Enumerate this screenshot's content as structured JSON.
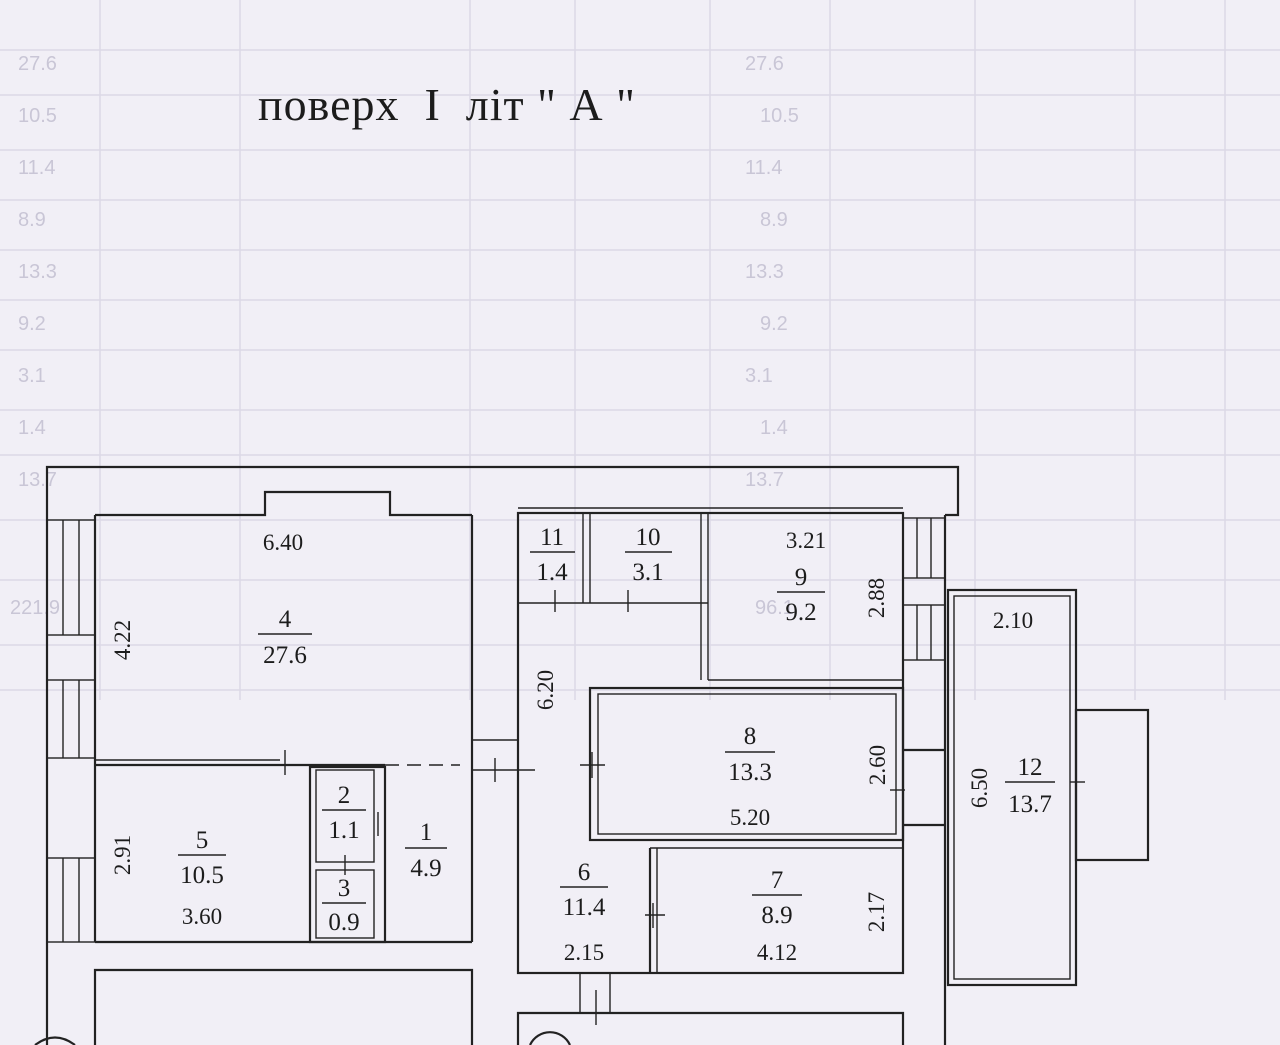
{
  "title": "поверх  І  літ \" А \"",
  "rooms": [
    {
      "id": "room-1",
      "number": "1",
      "area": "4.9"
    },
    {
      "id": "room-2",
      "number": "2",
      "area": "1.1"
    },
    {
      "id": "room-3",
      "number": "3",
      "area": "0.9"
    },
    {
      "id": "room-4",
      "number": "4",
      "area": "27.6"
    },
    {
      "id": "room-5",
      "number": "5",
      "area": "10.5"
    },
    {
      "id": "room-6",
      "number": "6",
      "area": "11.4"
    },
    {
      "id": "room-7",
      "number": "7",
      "area": "8.9"
    },
    {
      "id": "room-8",
      "number": "8",
      "area": "13.3"
    },
    {
      "id": "room-9",
      "number": "9",
      "area": "9.2"
    },
    {
      "id": "room-10",
      "number": "10",
      "area": "3.1"
    },
    {
      "id": "room-11",
      "number": "11",
      "area": "1.4"
    },
    {
      "id": "room-12",
      "number": "12",
      "area": "13.7"
    }
  ],
  "dimensions": {
    "room4_width": "6.40",
    "room4_height": "4.22",
    "room5_height": "2.91",
    "room5_width": "3.60",
    "room6_height": "6.20",
    "room6_width": "2.15",
    "room7_width": "4.12",
    "room7_height": "2.17",
    "room8_width": "5.20",
    "room8_height": "2.60",
    "room9_width": "3.21",
    "room9_height": "2.88",
    "room12_width": "2.10",
    "room12_height": "6.50"
  },
  "background_table": {
    "col1": [
      "27.6",
      "10.5",
      "11.4",
      "8.9",
      "13.3",
      "9.2",
      "3.1",
      "1.4",
      "13.7"
    ],
    "col2": [
      "27.6",
      "10.5",
      "11.4",
      "8.9",
      "13.3",
      "9.2",
      "3.1",
      "1.4",
      "13.7"
    ],
    "col1_total": "221.9",
    "col2_total": "96.1"
  }
}
